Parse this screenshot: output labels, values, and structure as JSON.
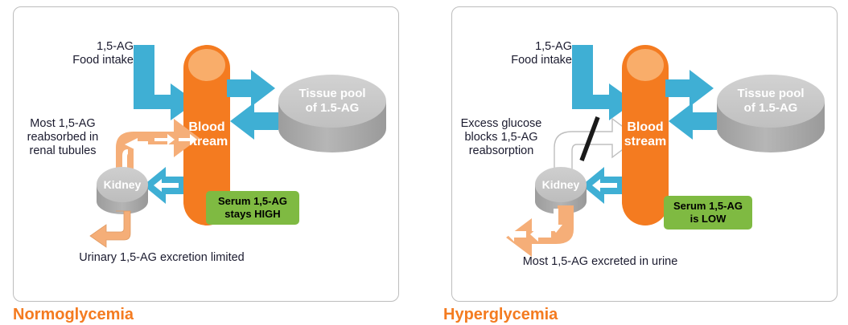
{
  "figure": {
    "title_normoglycemia": "Normoglycemia",
    "title_hyperglycemia": "Hyperglycemia"
  },
  "colors": {
    "blood_orange": "#F47B20",
    "blood_orange_light": "#F9AD6A",
    "arrow_blue": "#3FAFD4",
    "arrow_peach": "#F5AE78",
    "organ_gray_top": "#C9C9C9",
    "organ_gray_body": "#ABABAB",
    "status_green": "#7FBA42",
    "caption_orange": "#F47B20",
    "panel_border": "#BDBDBD",
    "label_text": "#1B1B2F",
    "blocked_arrow_outline": "#BFBFBF",
    "slash_black": "#1A1A1A"
  },
  "normoglycemia": {
    "label_food_intake": "1,5-AG\nFood intake",
    "label_reabsorbed": "Most 1,5-AG\nreabsorbed in\nrenal tubules",
    "label_excretion": "Urinary 1,5-AG excretion limited",
    "node_bloodstream": "Blood\nstream",
    "node_bloodstream_line1": "Blood",
    "node_bloodstream_line2": "stream",
    "node_tissue_pool_line1": "Tissue pool",
    "node_tissue_pool_line2": "of 1.5-AG",
    "node_kidney": "Kidney",
    "status_box": "Serum 1,5-AG\nstays HIGH",
    "arrows": [
      {
        "name": "food-intake-arrow",
        "color": "#3FAFD4",
        "direction": "down-then-right",
        "from": "food intake",
        "to": "bloodstream"
      },
      {
        "name": "bloodstream-to-tissue-arrow",
        "color": "#3FAFD4",
        "direction": "right",
        "from": "bloodstream",
        "to": "tissue pool"
      },
      {
        "name": "tissue-to-bloodstream-arrow",
        "color": "#3FAFD4",
        "direction": "left",
        "from": "tissue pool",
        "to": "bloodstream"
      },
      {
        "name": "bloodstream-to-kidney-arrow",
        "color": "#3FAFD4",
        "direction": "left",
        "from": "bloodstream",
        "to": "kidney"
      },
      {
        "name": "reabsorption-arrow",
        "color": "#F5AE78",
        "direction": "up-then-right",
        "from": "kidney",
        "to": "bloodstream",
        "weight": "thick"
      },
      {
        "name": "urinary-excretion-arrow",
        "color": "#F5AE78",
        "direction": "down-then-left",
        "from": "kidney",
        "to": "urine",
        "weight": "thin"
      }
    ]
  },
  "hyperglycemia": {
    "label_food_intake": "1,5-AG\nFood intake",
    "label_blocked": "Excess glucose\nblocks 1,5-AG\nreabsorption",
    "label_excretion": "Most 1,5-AG excreted in urine",
    "node_bloodstream_line1": "Blood",
    "node_bloodstream_line2": "stream",
    "node_tissue_pool_line1": "Tissue pool",
    "node_tissue_pool_line2": "of 1.5-AG",
    "node_kidney": "Kidney",
    "status_box": "Serum 1,5-AG\nis LOW",
    "arrows": [
      {
        "name": "food-intake-arrow",
        "color": "#3FAFD4",
        "direction": "down-then-right",
        "from": "food intake",
        "to": "bloodstream"
      },
      {
        "name": "bloodstream-to-tissue-arrow",
        "color": "#3FAFD4",
        "direction": "right",
        "from": "bloodstream",
        "to": "tissue pool"
      },
      {
        "name": "tissue-to-bloodstream-arrow",
        "color": "#3FAFD4",
        "direction": "left",
        "from": "tissue pool",
        "to": "bloodstream"
      },
      {
        "name": "bloodstream-to-kidney-arrow",
        "color": "#3FAFD4",
        "direction": "left",
        "from": "bloodstream",
        "to": "kidney"
      },
      {
        "name": "blocked-reabsorption-arrow",
        "color": "#FFFFFF",
        "outline": "#BFBFBF",
        "direction": "up-then-right",
        "from": "kidney",
        "to": "bloodstream",
        "blocked": true
      },
      {
        "name": "block-slash",
        "color": "#1A1A1A",
        "shape": "diagonal-slash"
      },
      {
        "name": "urinary-excretion-arrow",
        "color": "#F5AE78",
        "direction": "down-then-left",
        "from": "kidney",
        "to": "urine",
        "weight": "thick"
      }
    ]
  }
}
